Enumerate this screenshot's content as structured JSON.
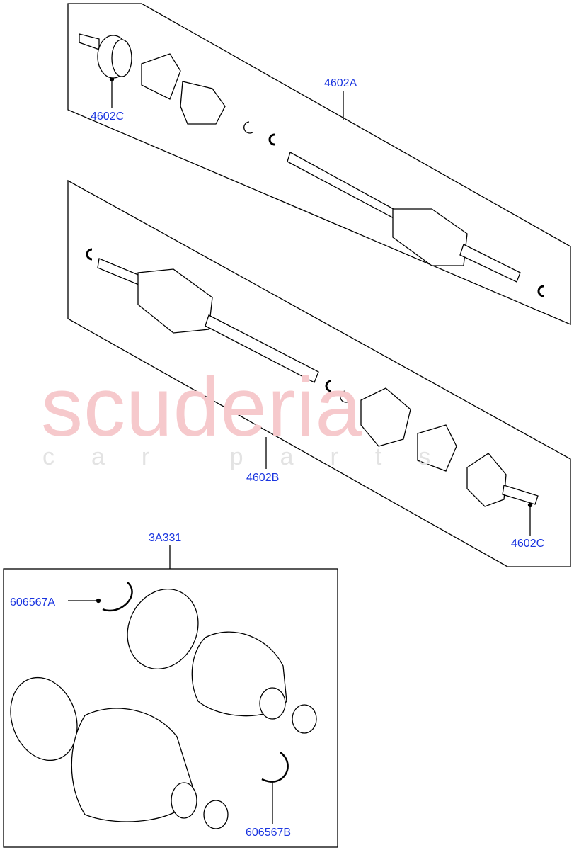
{
  "watermark": {
    "brand": "scuderia",
    "tagline": "car parts"
  },
  "callouts": {
    "drive_shaft_upper": "4602A",
    "joint_upper": "4602C",
    "drive_shaft_lower": "4602B",
    "joint_lower": "4602C",
    "boot_kit": "3A331",
    "circlip_a": "606567A",
    "circlip_b": "606567B"
  },
  "colors": {
    "callout": "#1a35e0",
    "line": "#000000",
    "watermark": "#f6c9cc"
  }
}
